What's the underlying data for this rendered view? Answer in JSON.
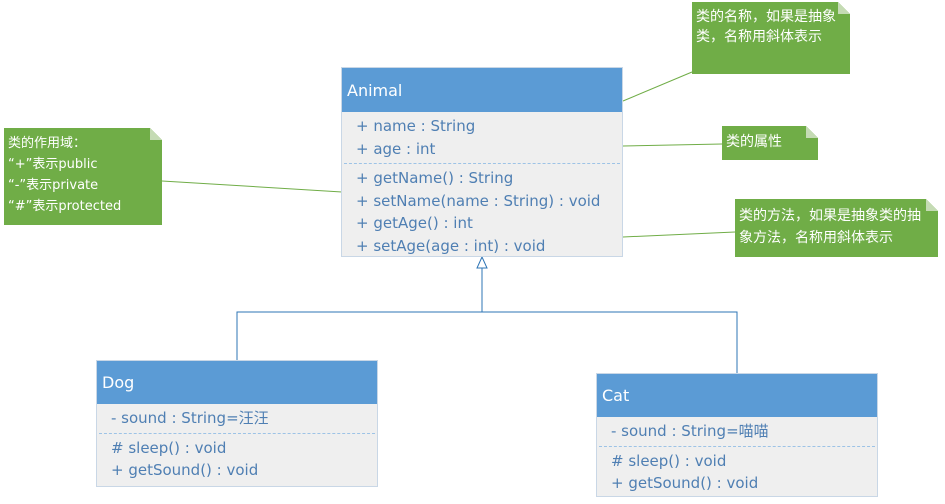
{
  "animal": {
    "name": "Animal",
    "attributes": [
      "+ name : String",
      "+ age : int"
    ],
    "methods": [
      "+ getName() : String",
      "+ setName(name : String) : void",
      "+ getAge() : int",
      "+ setAge(age : int) : void"
    ]
  },
  "dog": {
    "name": "Dog",
    "attributes": [
      "- sound : String=汪汪"
    ],
    "methods": [
      "# sleep() : void",
      "+ getSound() : void"
    ]
  },
  "cat": {
    "name": "Cat",
    "attributes": [
      "- sound : String=喵喵"
    ],
    "methods": [
      "# sleep() : void",
      "+ getSound() : void"
    ]
  },
  "notes": {
    "scope": "类的作用域：\n“+”表示public\n“-”表示private\n“#”表示protected",
    "class_name": "类的名称，如果是抽象类，名称用斜体表示",
    "attributes": "类的属性",
    "methods": "类的方法，如果是抽象类的抽象方法，名称用斜体表示"
  },
  "colors": {
    "class_header": "#5b9bd5",
    "class_body": "#efefef",
    "note": "#70ad47",
    "text": "#4f7fb3"
  }
}
